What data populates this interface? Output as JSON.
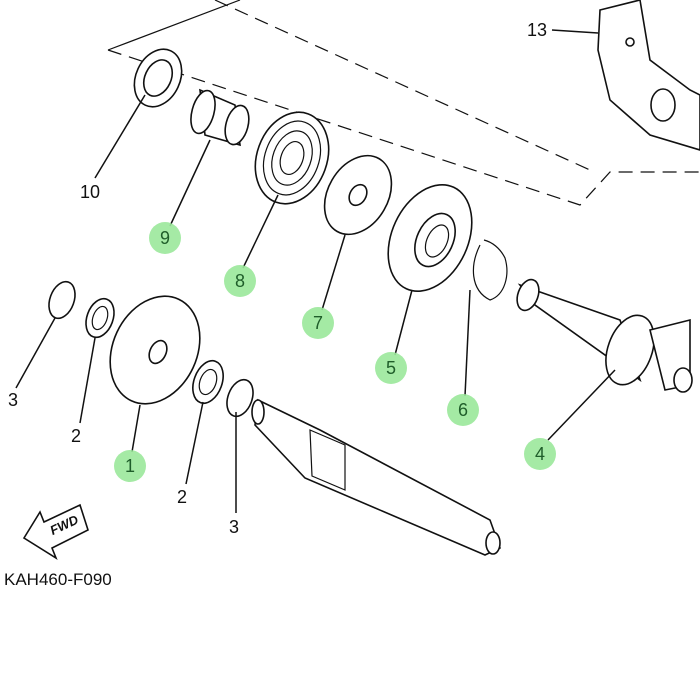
{
  "diagram_code": "KAH460-F090",
  "fwd_label": "FWD",
  "highlight_color": "#9be89b",
  "callouts": [
    {
      "id": "c13",
      "label": "13",
      "highlighted": false
    },
    {
      "id": "c10",
      "label": "10",
      "highlighted": false
    },
    {
      "id": "c9",
      "label": "9",
      "highlighted": true
    },
    {
      "id": "c8",
      "label": "8",
      "highlighted": true
    },
    {
      "id": "c7",
      "label": "7",
      "highlighted": true
    },
    {
      "id": "c5",
      "label": "5",
      "highlighted": true
    },
    {
      "id": "c6",
      "label": "6",
      "highlighted": true
    },
    {
      "id": "c4",
      "label": "4",
      "highlighted": true
    },
    {
      "id": "c1",
      "label": "1",
      "highlighted": true
    },
    {
      "id": "c3a",
      "label": "3",
      "highlighted": false
    },
    {
      "id": "c2a",
      "label": "2",
      "highlighted": false
    },
    {
      "id": "c2b",
      "label": "2",
      "highlighted": false
    },
    {
      "id": "c3b",
      "label": "3",
      "highlighted": false
    }
  ]
}
